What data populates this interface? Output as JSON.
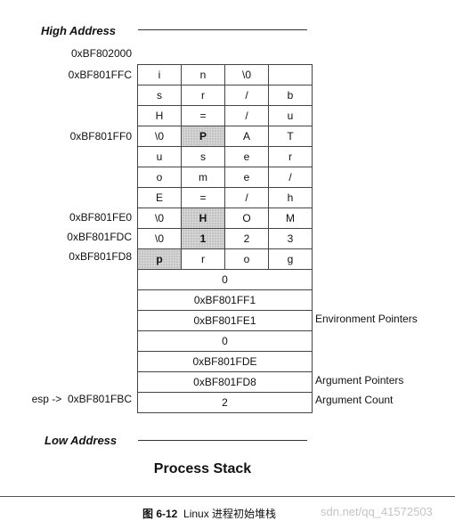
{
  "high_address_label": "High Address",
  "low_address_label": "Low Address",
  "addresses": {
    "top": "0xBF802000",
    "ffc": "0xBF801FFC",
    "ff0": "0xBF801FF0",
    "fe0": "0xBF801FE0",
    "fdc": "0xBF801FDC",
    "fd8": "0xBF801FD8",
    "esp_prefix": "esp ->",
    "fbc": "0xBF801FBC"
  },
  "char_rows": [
    {
      "cells": [
        "i",
        "n",
        "\\0",
        ""
      ],
      "shaded": [
        false,
        false,
        false,
        false
      ]
    },
    {
      "cells": [
        "s",
        "r",
        "/",
        "b"
      ],
      "shaded": [
        false,
        false,
        false,
        false
      ]
    },
    {
      "cells": [
        "H",
        "=",
        "/",
        "u"
      ],
      "shaded": [
        false,
        false,
        false,
        false
      ]
    },
    {
      "cells": [
        "\\0",
        "P",
        "A",
        "T"
      ],
      "shaded": [
        false,
        true,
        false,
        false
      ]
    },
    {
      "cells": [
        "u",
        "s",
        "e",
        "r"
      ],
      "shaded": [
        false,
        false,
        false,
        false
      ]
    },
    {
      "cells": [
        "o",
        "m",
        "e",
        "/"
      ],
      "shaded": [
        false,
        false,
        false,
        false
      ]
    },
    {
      "cells": [
        "E",
        "=",
        "/",
        "h"
      ],
      "shaded": [
        false,
        false,
        false,
        false
      ]
    },
    {
      "cells": [
        "\\0",
        "H",
        "O",
        "M"
      ],
      "shaded": [
        false,
        true,
        false,
        false
      ]
    },
    {
      "cells": [
        "\\0",
        "1",
        "2",
        "3"
      ],
      "shaded": [
        false,
        true,
        false,
        false
      ]
    },
    {
      "cells": [
        "p",
        "r",
        "o",
        "g"
      ],
      "shaded": [
        true,
        false,
        false,
        false
      ]
    }
  ],
  "word_rows": [
    "0",
    "0xBF801FF1",
    "0xBF801FE1",
    "0",
    "0xBF801FDE",
    "0xBF801FD8",
    "2"
  ],
  "side_labels": {
    "env": "Environment Pointers",
    "arg_ptrs": "Argument Pointers",
    "arg_count": "Argument Count"
  },
  "title": "Process Stack",
  "caption": {
    "number": "图 6-12",
    "text": "Linux 进程初始堆栈"
  },
  "watermark": "sdn.net/qq_41572503"
}
